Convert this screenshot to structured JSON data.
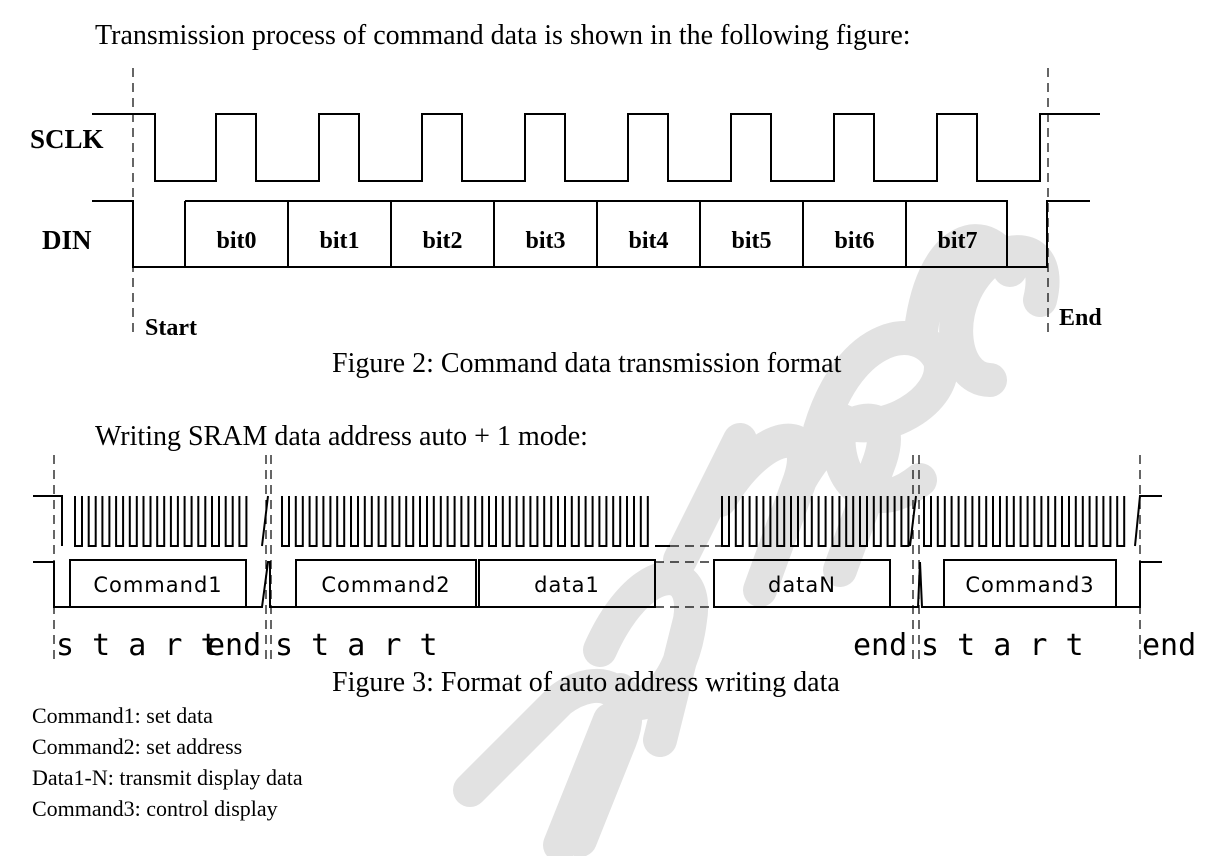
{
  "intro_text": "Transmission process of command data is shown in the following figure:",
  "figure2": {
    "sclk_label": "SCLK",
    "din_label": "DIN",
    "bits": [
      "bit0",
      "bit1",
      "bit2",
      "bit3",
      "bit4",
      "bit5",
      "bit6",
      "bit7"
    ],
    "start_label": "Start",
    "end_label": "End",
    "caption": "Figure 2: Command data transmission format"
  },
  "figure3": {
    "heading": "Writing SRAM data address auto + 1 mode:",
    "blocks": [
      "Command1",
      "Command2",
      "data1",
      "dataN",
      "Command3"
    ],
    "markers": [
      "s t a r t",
      "end",
      "s t a r t",
      "end",
      "s t a r t",
      "end"
    ],
    "caption": "Figure 3: Format of auto address writing data"
  },
  "legend": [
    "Command1: set data",
    "Command2: set address",
    "Data1-N: transmit display data",
    "Command3: control display"
  ]
}
